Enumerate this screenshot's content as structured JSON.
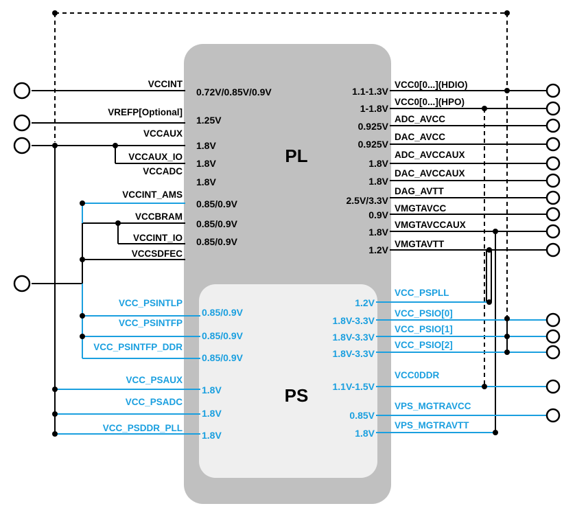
{
  "colors": {
    "black": "#000000",
    "blue": "#1a9fdf",
    "pl_block": "#c0c0c0",
    "ps_block": "#efefef"
  },
  "blocks": {
    "pl": "PL",
    "ps": "PS"
  },
  "pl_left": [
    {
      "net": "VCCINT",
      "voltage": "0.72V/0.85V/0.9V"
    },
    {
      "net": "VREFP[Optional]",
      "voltage": "1.25V"
    },
    {
      "net": "VCCAUX",
      "voltage": "1.8V"
    },
    {
      "net": "VCCAUX_IO",
      "voltage": "1.8V"
    },
    {
      "net": "VCCADC",
      "voltage": "1.8V"
    },
    {
      "net": "VCCINT_AMS",
      "voltage": "0.85/0.9V"
    },
    {
      "net": "VCCBRAM",
      "voltage": "0.85/0.9V"
    },
    {
      "net": "VCCINT_IO",
      "voltage": "0.85/0.9V"
    },
    {
      "net": "VCCSDFEC",
      "voltage": ""
    }
  ],
  "pl_right": [
    {
      "net": "VCC0[0...](HDIO)",
      "voltage": "1.1-1.3V"
    },
    {
      "net": "VCC0[0...](HPO)",
      "voltage": "1-1.8V"
    },
    {
      "net": "ADC_AVCC",
      "voltage": "0.925V"
    },
    {
      "net": "DAC_AVCC",
      "voltage": "0.925V"
    },
    {
      "net": "ADC_AVCCAUX",
      "voltage": "1.8V"
    },
    {
      "net": "DAC_AVCCAUX",
      "voltage": "1.8V"
    },
    {
      "net": "DAG_AVTT",
      "voltage": "2.5V/3.3V"
    },
    {
      "net": "VMGTAVCC",
      "voltage": "0.9V"
    },
    {
      "net": "VMGTAVCCAUX",
      "voltage": "1.8V"
    },
    {
      "net": "VMGTAVTT",
      "voltage": "1.2V"
    }
  ],
  "ps_left": [
    {
      "net": "VCC_PSINTLP",
      "voltage": "0.85/0.9V"
    },
    {
      "net": "VCC_PSINTFP",
      "voltage": "0.85/0.9V"
    },
    {
      "net": "VCC_PSINTFP_DDR",
      "voltage": "0.85/0.9V"
    },
    {
      "net": "VCC_PSAUX",
      "voltage": "1.8V"
    },
    {
      "net": "VCC_PSADC",
      "voltage": "1.8V"
    },
    {
      "net": "VCC_PSDDR_PLL",
      "voltage": "1.8V"
    }
  ],
  "ps_right": [
    {
      "net": "VCC_PSPLL",
      "voltage": "1.2V"
    },
    {
      "net": "VCC_PSIO[0]",
      "voltage": "1.8V-3.3V"
    },
    {
      "net": "VCC_PSIO[1]",
      "voltage": "1.8V-3.3V"
    },
    {
      "net": "VCC_PSIO[2]",
      "voltage": "1.8V-3.3V"
    },
    {
      "net": "VCC0DDR",
      "voltage": "1.1V-1.5V"
    },
    {
      "net": "VPS_MGTRAVCC",
      "voltage": "0.85V"
    },
    {
      "net": "VPS_MGTRAVTT",
      "voltage": "1.8V"
    }
  ]
}
